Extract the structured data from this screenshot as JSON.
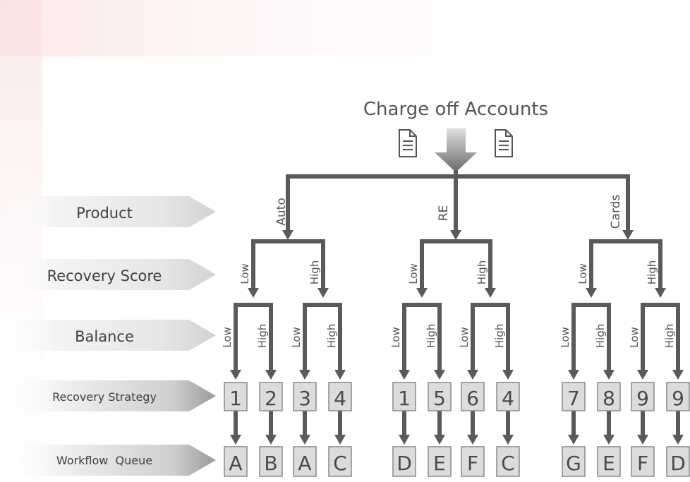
{
  "title": "Charge off Accounts",
  "levels": {
    "product": "Product",
    "recovery_score": "Recovery Score",
    "balance": "Balance",
    "recovery_strategy": "Recovery Strategy",
    "workflow_queue": "Workflow  Queue"
  },
  "branch_labels": {
    "auto": "Auto",
    "re": "RE",
    "cards": "Cards",
    "low": "Low",
    "high": "High"
  },
  "leaves": [
    {
      "strategy": "1",
      "queue": "A"
    },
    {
      "strategy": "2",
      "queue": "B"
    },
    {
      "strategy": "3",
      "queue": "A"
    },
    {
      "strategy": "4",
      "queue": "C"
    },
    {
      "strategy": "1",
      "queue": "D"
    },
    {
      "strategy": "5",
      "queue": "E"
    },
    {
      "strategy": "6",
      "queue": "F"
    },
    {
      "strategy": "4",
      "queue": "C"
    },
    {
      "strategy": "7",
      "queue": "G"
    },
    {
      "strategy": "8",
      "queue": "E"
    },
    {
      "strategy": "9",
      "queue": "F"
    },
    {
      "strategy": "9",
      "queue": "D"
    }
  ],
  "icons": [
    "document-icon",
    "down-arrow-icon",
    "document-icon"
  ],
  "colors": {
    "line": "#5a5a5a",
    "box": "#dcdcdc",
    "text": "#404040"
  }
}
